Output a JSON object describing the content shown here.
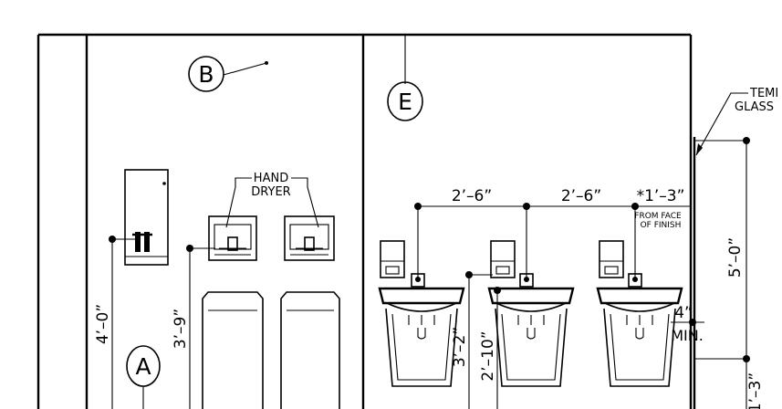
{
  "callouts": {
    "b": "B",
    "e": "E",
    "a": "A"
  },
  "labels": {
    "hand_dryer_line1": "HAND",
    "hand_dryer_line2": "DRYER",
    "glass_line1": "TEMI",
    "glass_line2": "GLASS",
    "from_face_line1": "FROM FACE",
    "from_face_line2": "OF FINISH",
    "min": "MIN."
  },
  "dimensions": {
    "sink_spacing_1": "2’–6”",
    "sink_spacing_2": "2’–6”",
    "wall_offset": "*1’–3”",
    "height_4_0": "4’–0”",
    "height_3_9": "3’–9”",
    "height_3_2": "3’–2”",
    "height_2_10": "2’–10”",
    "height_5_0": "5’–0”",
    "height_1_3": "1’–3”",
    "clearance_4": "4”"
  }
}
